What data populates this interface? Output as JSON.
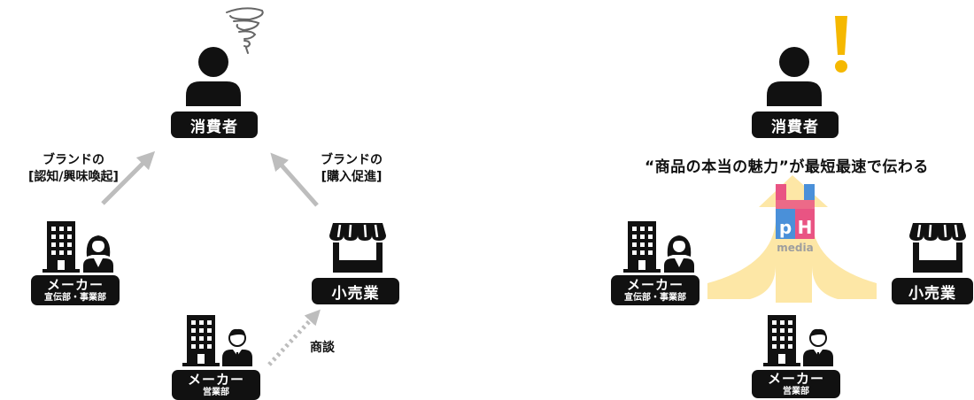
{
  "left": {
    "consumer_label": "消費者",
    "brand_awareness_line1": "ブランドの",
    "brand_awareness_line2": "[認知/興味喚起]",
    "brand_purchase_line1": "ブランドの",
    "brand_purchase_line2": "[購入促進]",
    "maker_pr_line1": "メーカー",
    "maker_pr_line2": "宣伝部・事業部",
    "retail_label": "小売業",
    "maker_sales_line1": "メーカー",
    "maker_sales_line2": "営業部",
    "negotiation_label": "商談"
  },
  "right": {
    "consumer_label": "消費者",
    "headline": "“商品の本当の魅力”が最短最速で伝わる",
    "logo_text": "media",
    "maker_pr_line1": "メーカー",
    "maker_pr_line2": "宣伝部・事業部",
    "retail_label": "小売業",
    "maker_sales_line1": "メーカー",
    "maker_sales_line2": "営業部"
  },
  "colors": {
    "label_bg": "#111111",
    "arrow_gray": "#bdbdbd",
    "exclamation": "#f5b800",
    "wide_arrow": "#fde7a6",
    "logo_pink": "#e95483",
    "logo_blue": "#4a90d9",
    "logo_gray": "#9e9e9e"
  },
  "icons": [
    "person-icon",
    "confused-swirl-icon",
    "exclamation-icon",
    "building-icon",
    "woman-icon",
    "businessman-icon",
    "store-icon",
    "ph-media-logo"
  ]
}
